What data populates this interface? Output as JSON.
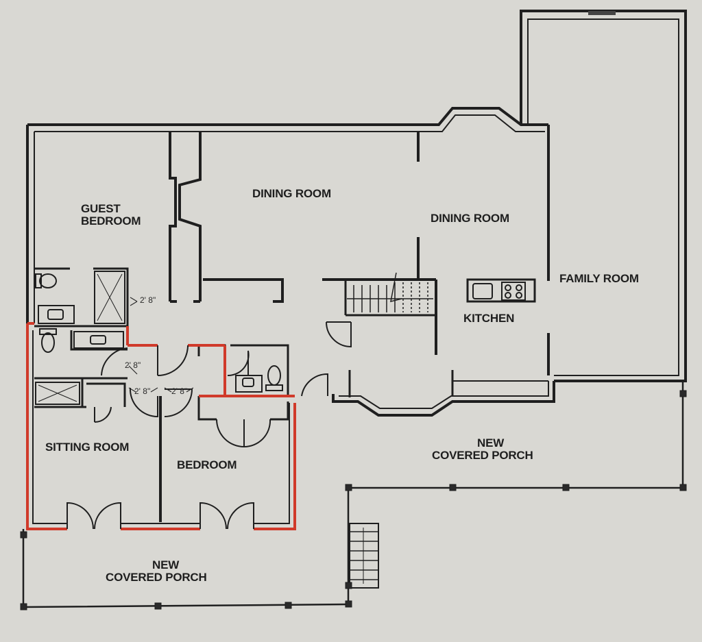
{
  "rooms": {
    "guest_bedroom_line1": "GUEST",
    "guest_bedroom_line2": "BEDROOM",
    "dining_room_1": "DINING ROOM",
    "dining_room_2": "DINING ROOM",
    "family_room": "FAMILY ROOM",
    "kitchen": "KITCHEN",
    "sitting_room": "SITTING ROOM",
    "bedroom": "BEDROOM",
    "porch_right_line1": "NEW",
    "porch_right_line2": "COVERED PORCH",
    "porch_left_line1": "NEW",
    "porch_left_line2": "COVERED PORCH"
  },
  "dimensions": {
    "door_guest_bath": "2' 8\"",
    "door_hall": "2' 8\"",
    "door_sitting": "2' 8\"",
    "door_bedroom": "2' 8\""
  },
  "colors": {
    "paper": "#d9d8d3",
    "wall": "#1f1f1f",
    "highlight": "#d03a2a"
  }
}
